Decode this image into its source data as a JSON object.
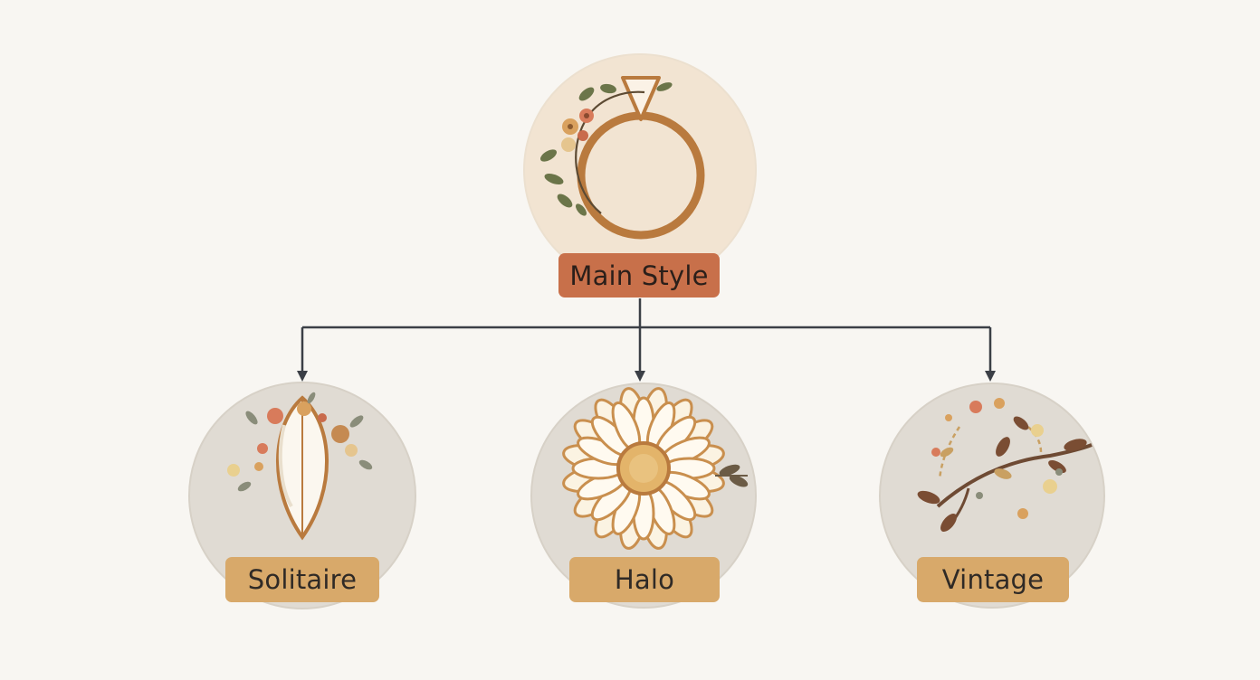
{
  "root": {
    "label": "Main Style",
    "icon": "ring-icon"
  },
  "children": [
    {
      "label": "Solitaire",
      "icon": "solitaire-gem-icon"
    },
    {
      "label": "Halo",
      "icon": "halo-flower-icon"
    },
    {
      "label": "Vintage",
      "icon": "vintage-branch-icon"
    }
  ],
  "colors": {
    "background": "#f8f6f2",
    "root_circle": "#f2e4d2",
    "child_circle": "#e0dbd3",
    "root_label": "#c8704a",
    "child_label": "#d8a96a",
    "connector": "#3b3f46",
    "gold": "#b97a3e"
  }
}
